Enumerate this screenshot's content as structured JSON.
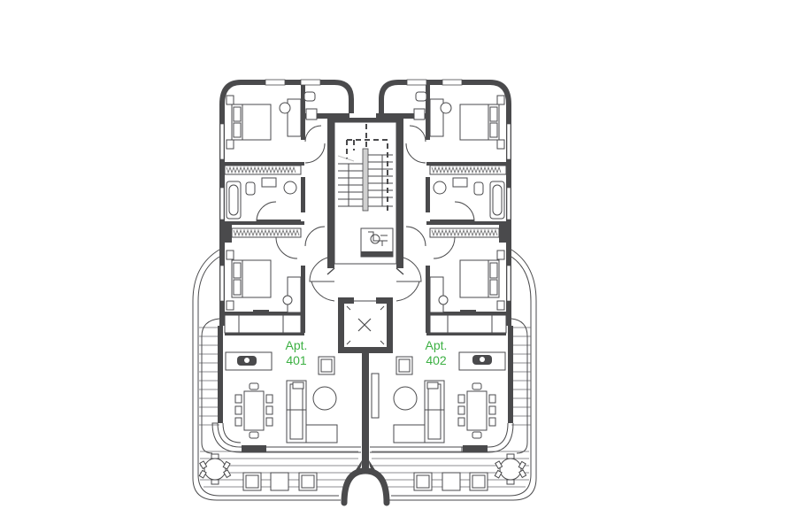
{
  "plan": {
    "type": "floor-plan",
    "background": "#ffffff",
    "wall_color": "#4a4a4c",
    "label_color": "#3cb043",
    "apartments": [
      {
        "id": "apt-401",
        "label_line1": "Apt.",
        "label_line2": "401"
      },
      {
        "id": "apt-402",
        "label_line1": "Apt.",
        "label_line2": "402"
      }
    ],
    "core": {
      "elements": [
        "stairwell",
        "elevator",
        "wheelchair-lift"
      ]
    },
    "rooms_per_apartment": [
      "bedroom",
      "bedroom",
      "bathroom",
      "bathroom",
      "wardrobe",
      "wardrobe",
      "kitchen",
      "dining",
      "living",
      "terrace"
    ]
  }
}
